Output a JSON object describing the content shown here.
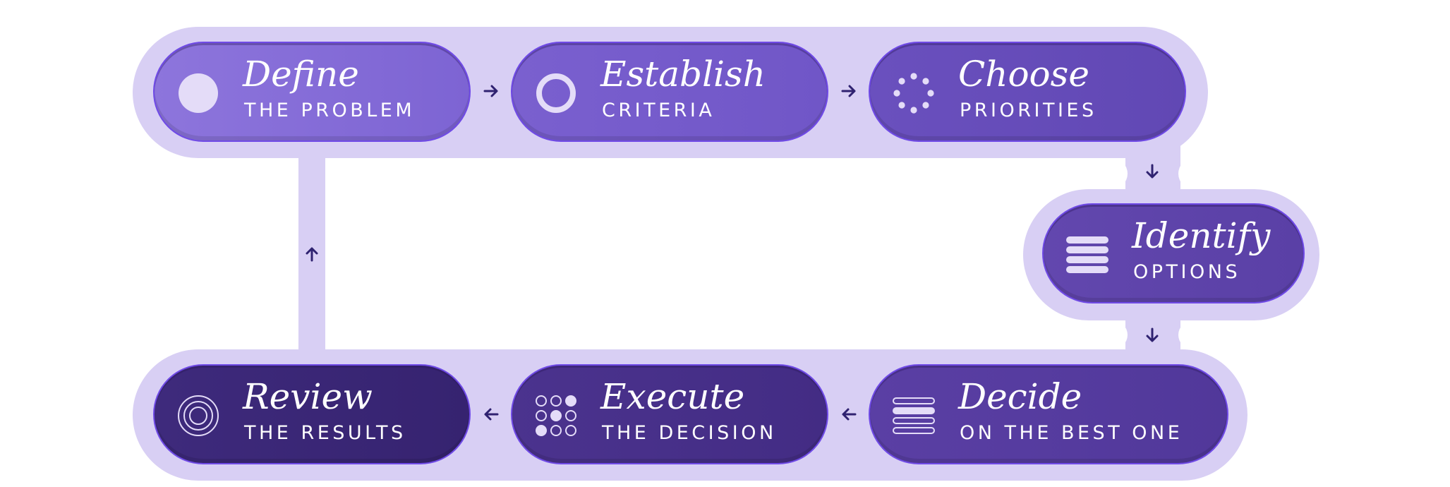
{
  "colors": {
    "track": "#d8cff4",
    "arrow": "#2f2270",
    "pill_border": "#6f4ae6",
    "icon": "#e4dcf8"
  },
  "steps": [
    {
      "title": "Define",
      "subtitle": "THE PROBLEM",
      "icon": "filled-circle-icon",
      "fill_from": "#8d75dc",
      "fill_to": "#7d64d3"
    },
    {
      "title": "Establish",
      "subtitle": "CRITERIA",
      "icon": "ring-icon",
      "fill_from": "#7a60cf",
      "fill_to": "#7056c7"
    },
    {
      "title": "Choose",
      "subtitle": "PRIORITIES",
      "icon": "dotted-circle-icon",
      "fill_from": "#6a50be",
      "fill_to": "#6148b4"
    },
    {
      "title": "Identify",
      "subtitle": "OPTIONS",
      "icon": "stacked-bars-icon",
      "fill_from": "#6247ae",
      "fill_to": "#5a40a6"
    },
    {
      "title": "Decide",
      "subtitle": "ON THE BEST ONE",
      "icon": "outlined-bars-icon",
      "fill_from": "#5a3fa4",
      "fill_to": "#51389a"
    },
    {
      "title": "Execute",
      "subtitle": "THE DECISION",
      "icon": "dot-grid-icon",
      "fill_from": "#4b338e",
      "fill_to": "#432c84"
    },
    {
      "title": "Review",
      "subtitle": "THE RESULTS",
      "icon": "concentric-circles-icon",
      "fill_from": "#3e2a7c",
      "fill_to": "#362370"
    }
  ],
  "arrows": [
    {
      "direction": "right",
      "icon": "arrow-right-icon"
    },
    {
      "direction": "right",
      "icon": "arrow-right-icon"
    },
    {
      "direction": "down",
      "icon": "arrow-down-icon"
    },
    {
      "direction": "down",
      "icon": "arrow-down-icon"
    },
    {
      "direction": "left",
      "icon": "arrow-left-icon"
    },
    {
      "direction": "left",
      "icon": "arrow-left-icon"
    },
    {
      "direction": "up",
      "icon": "arrow-up-icon"
    }
  ]
}
